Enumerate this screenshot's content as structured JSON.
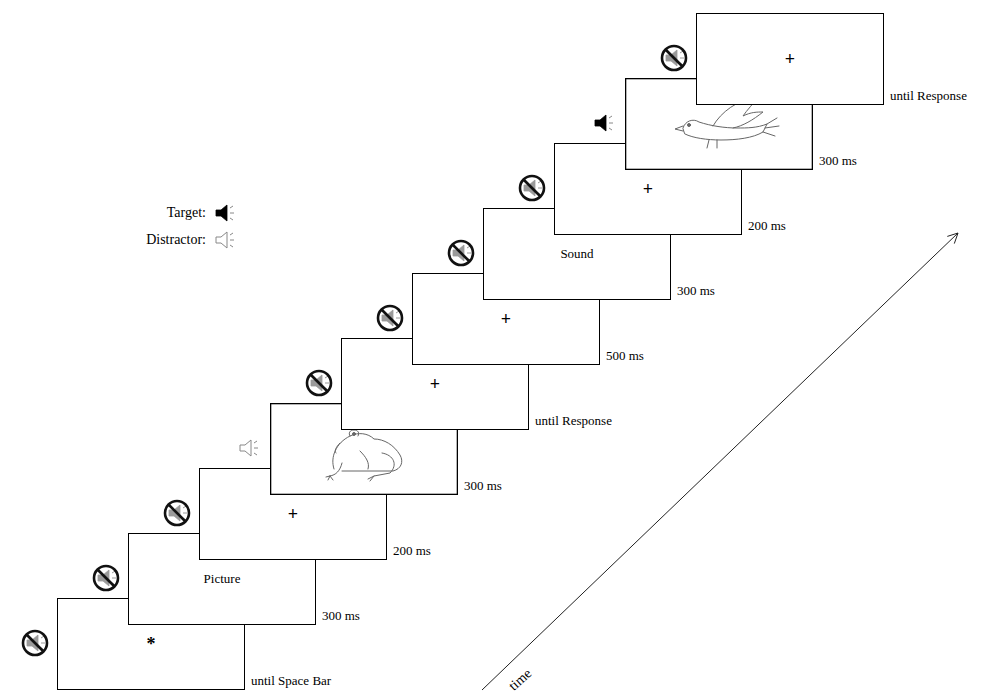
{
  "diagram": {
    "nodes": [
      {
        "text": [
          "*"
        ]
      },
      {
        "text": [
          "Picture"
        ]
      },
      {
        "text": [
          "+"
        ]
      },
      {
        "text": [
          "+"
        ]
      },
      {
        "text": [
          "+"
        ]
      },
      {
        "text": [
          "Sound"
        ]
      },
      {
        "text": [
          "+"
        ]
      },
      {
        "text": [
          "+"
        ]
      }
    ],
    "edges": [],
    "labels": [
      "until Space Bar",
      "300 ms",
      "200 ms",
      "300 ms",
      "until Response",
      "500 ms",
      "300 ms",
      "200 ms",
      "300 ms",
      "until Response",
      "time"
    ],
    "legend": [
      {
        "text": "Target:"
      },
      {
        "text": "Distractor:"
      }
    ]
  }
}
